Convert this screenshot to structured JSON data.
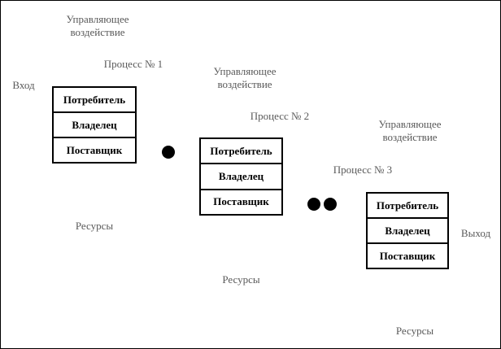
{
  "diagram": {
    "input_label": "Вход",
    "output_label": "Выход",
    "colors": {
      "background": "#ffffff",
      "frame_border": "#000000",
      "box_border": "#000000",
      "box_fill": "#ffffff",
      "role_text": "#000000",
      "gray_label": "#595959",
      "junction_dot": "#000000"
    },
    "junctions": [
      {
        "between": "process-1-and-process-2",
        "dots": 1
      },
      {
        "between": "process-2-and-process-3",
        "dots": 2
      }
    ]
  },
  "processes": [
    {
      "title": "Процесс № 1",
      "control_line1": "Управляющее",
      "control_line2": "воздействие",
      "roles": [
        "Потребитель",
        "Владелец",
        "Поставщик"
      ],
      "resources": "Ресурсы"
    },
    {
      "title": "Процесс № 2",
      "control_line1": "Управляющее",
      "control_line2": "воздействие",
      "roles": [
        "Потребитель",
        "Владелец",
        "Поставщик"
      ],
      "resources": "Ресурсы"
    },
    {
      "title": "Процесс № 3",
      "control_line1": "Управляющее",
      "control_line2": "воздействие",
      "roles": [
        "Потребитель",
        "Владелец",
        "Поставщик"
      ],
      "resources": "Ресурсы"
    }
  ]
}
